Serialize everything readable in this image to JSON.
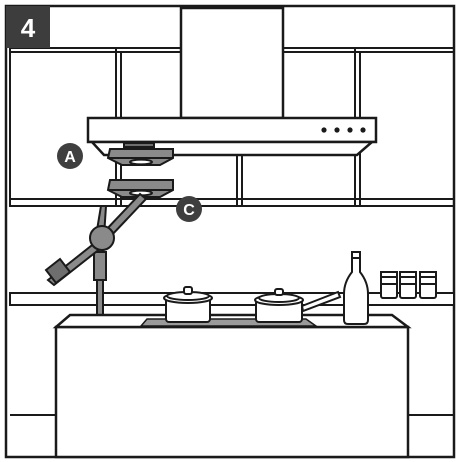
{
  "step": {
    "number": "4"
  },
  "callouts": {
    "a": "A",
    "c": "C"
  },
  "colors": {
    "ink": "#1a1a1a",
    "badge": "#3d3d3d",
    "callout": "#3f3f3f",
    "device": "#8a8a8a",
    "device_dark": "#6e6e6e",
    "glass": "#f2f2f2",
    "hob": "#9a9a9a",
    "background": "#ffffff"
  }
}
